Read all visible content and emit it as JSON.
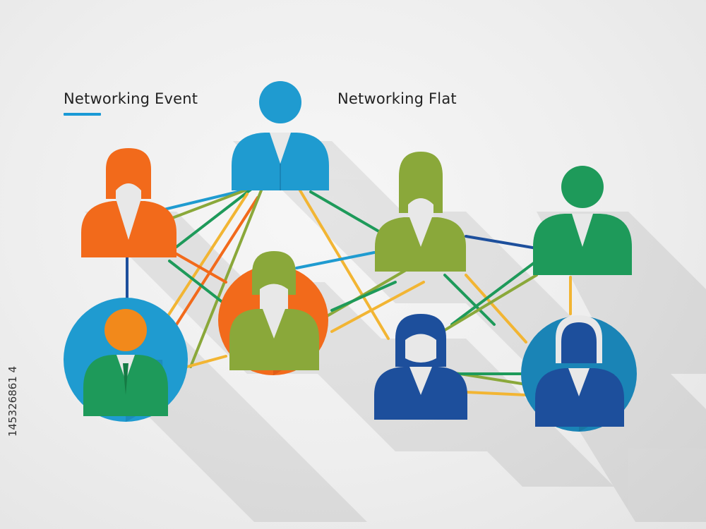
{
  "titles": {
    "left": "Networking Event",
    "right": "Networking  Flat"
  },
  "stock_id": "145326861 4",
  "colors": {
    "blue": "#1f9bd0",
    "orange": "#f26a1b",
    "green": "#8aa83a",
    "dark_green": "#1e9a5a",
    "navy": "#1d4f9c",
    "yellow": "#f2b533"
  },
  "people": [
    {
      "name": "person-top-blue",
      "label": "blue person"
    },
    {
      "name": "person-orange-woman",
      "label": "orange woman"
    },
    {
      "name": "person-green-woman",
      "label": "green woman"
    },
    {
      "name": "person-green-right",
      "label": "green person"
    },
    {
      "name": "person-center-green-on-orange",
      "label": "green person on orange circle"
    },
    {
      "name": "person-left-green-on-blue",
      "label": "green man on blue circle"
    },
    {
      "name": "person-navy-woman",
      "label": "navy woman"
    },
    {
      "name": "person-right-navy-on-blue",
      "label": "navy person on blue circle"
    }
  ]
}
